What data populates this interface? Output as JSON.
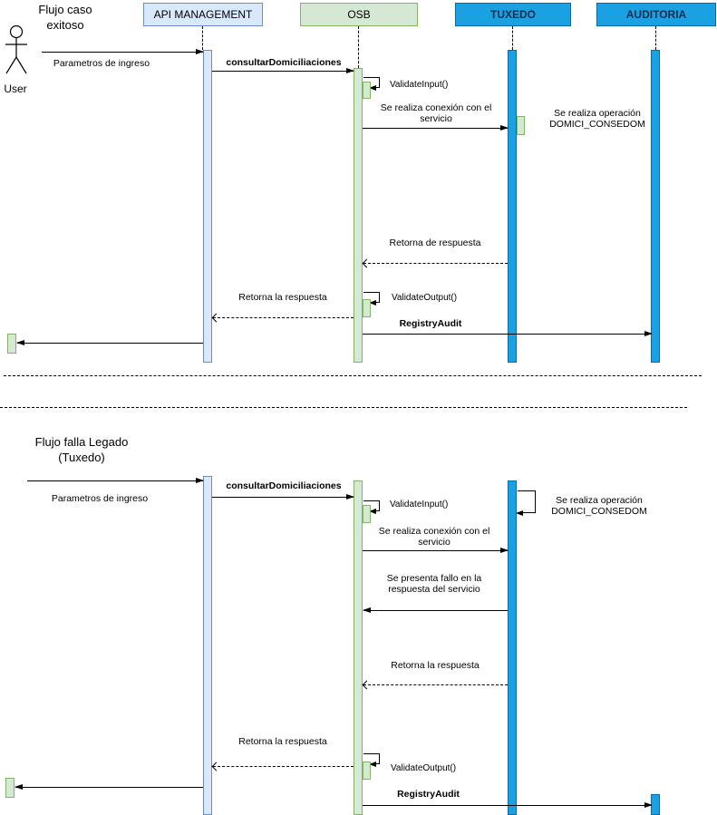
{
  "actor": {
    "label": "User"
  },
  "participants": [
    {
      "label": "API MANAGEMENT"
    },
    {
      "label": "OSB"
    },
    {
      "label": "TUXEDO"
    },
    {
      "label": "AUDITORIA"
    }
  ],
  "f1": {
    "title": "Flujo caso exitoso",
    "m_params": "Parametros de ingreso",
    "m_consultar": "consultarDomiciliaciones",
    "m_validate_input": "ValidateInput()",
    "m_conexion": "Se realiza conexión con el servicio",
    "m_operacion": "Se realiza operación DOMICI_CONSEDOM",
    "m_retorna_tux": "Retorna de respuesta",
    "m_validate_output": "ValidateOutput()",
    "m_retorna_api": "Retorna la respuesta",
    "m_registry": "RegistryAudit"
  },
  "f2": {
    "title": "Flujo falla Legado (Tuxedo)",
    "m_params": "Parametros de ingreso",
    "m_consultar": "consultarDomiciliaciones",
    "m_validate_input": "ValidateInput()",
    "m_operacion": "Se realiza operación DOMICI_CONSEDOM",
    "m_conexion": "Se realiza conexión con el servicio",
    "m_fallo": "Se presenta fallo en la respuesta del servicio",
    "m_retorna_tux": "Retorna la respuesta",
    "m_retorna_api": "Retorna la respuesta",
    "m_validate_output": "ValidateOutput()",
    "m_registry": "RegistryAudit"
  },
  "colors": {
    "api_fill": "#dae8fc",
    "api_border": "#6c8ebf",
    "osb_fill": "#d5e8d4",
    "osb_border": "#82b366",
    "legacy_fill": "#1ba1e2",
    "legacy_border": "#006eaf"
  }
}
